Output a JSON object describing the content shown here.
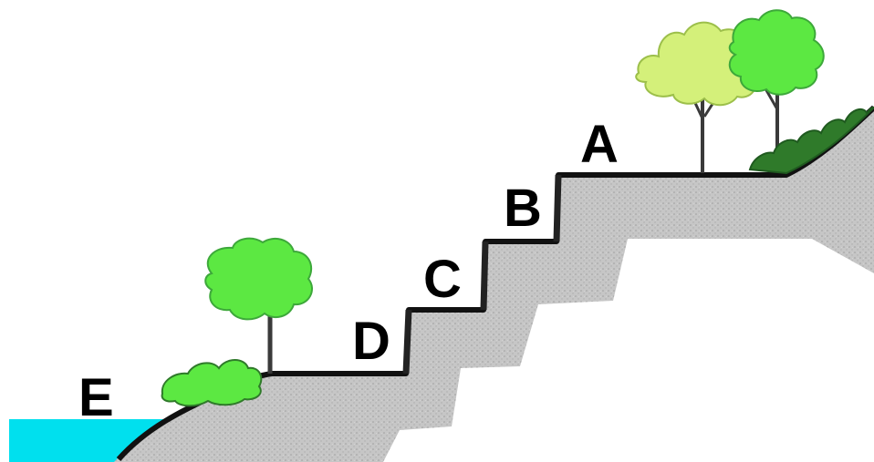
{
  "labels": {
    "a": "A",
    "b": "B",
    "c": "C",
    "d": "D",
    "e": "E"
  },
  "colors": {
    "water": "#00e0ee",
    "rock": "#c6c6c6",
    "rock_shadow": "#b0b0b0",
    "outline": "#111111",
    "foliage_light": "#d4f07a",
    "foliage_bright": "#5ce842",
    "foliage_dark": "#2f7a2a",
    "trunk": "#3a3a3a"
  }
}
